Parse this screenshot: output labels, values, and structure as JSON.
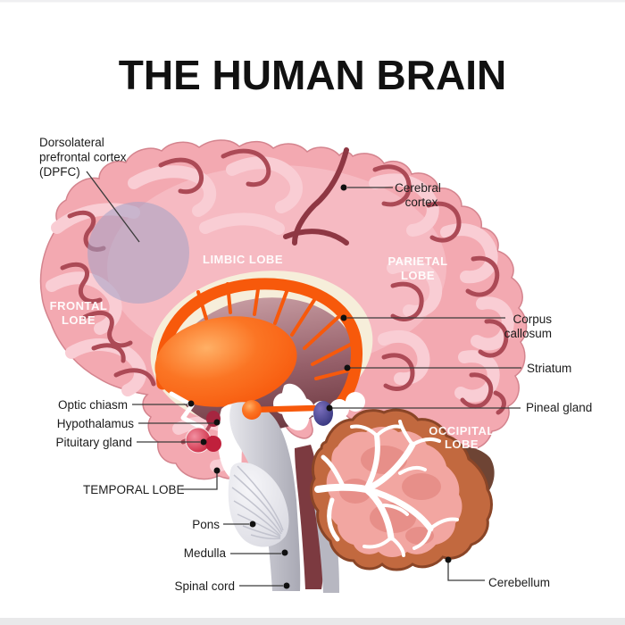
{
  "page": {
    "title": "THE HUMAN BRAIN"
  },
  "lobe_overlays": {
    "frontal": [
      "FRONTAL",
      "LOBE"
    ],
    "limbic": "LIMBIC LOBE",
    "parietal": [
      "PARIETAL",
      "LOBE"
    ],
    "occipital": [
      "OCCIPITAL",
      "LOBE"
    ]
  },
  "annotations": {
    "dpfc": [
      "Dorsolateral",
      "prefrontal cortex",
      "(DPFC)"
    ],
    "cerebral_cortex": [
      "Cerebral",
      "cortex"
    ],
    "corpus_callosum": [
      "Corpus",
      "callosum"
    ],
    "striatum": "Striatum",
    "pineal_gland": "Pineal gland",
    "optic_chiasm": "Optic chiasm",
    "hypothalamus": "Hypothalamus",
    "pituitary_gland": "Pituitary gland",
    "temporal_lobe": "TEMPORAL LOBE",
    "pons": "Pons",
    "medulla": "Medulla",
    "spinal_cord": "Spinal cord",
    "cerebellum": "Cerebellum"
  },
  "palette": {
    "background": "#ffffff",
    "title_color": "#111111",
    "label_color": "#1c1c1c",
    "leader_line": "#3b3b3b",
    "cortex_pink": "#f3a9b1",
    "cortex_wash": "#f6bac2",
    "gyri_light_pink": "#f9cdd4",
    "sulci_red": "#ac4a56",
    "sulci_deep": "#8e3743",
    "dpfc_overlay": "#a3a2c6",
    "limbic_cream": "#f6eeda",
    "limbic_orange": "#f7590b",
    "orange_highlight": "#ffa14d",
    "interior_mauve_light": "#c59aa0",
    "interior_mauve_dark": "#6e3a42",
    "pineal_blue": "#3d3d8c",
    "pituitary_red": "#d62a42",
    "brainstem_gray_light": "#e6e6eb",
    "brainstem_gray_dark": "#a9a9b4",
    "pons_fill": "#eaeaef",
    "midline_maroon": "#7c3a40",
    "cerebellum_outer": "#c2693f",
    "cerebellum_border": "#8a4527",
    "cerebellum_inner_pink": "#f2a6a1",
    "dark_brown_patch": "#6e4434",
    "lobe_text": "#ffffff",
    "frame_gray": "#e9e9ea"
  }
}
